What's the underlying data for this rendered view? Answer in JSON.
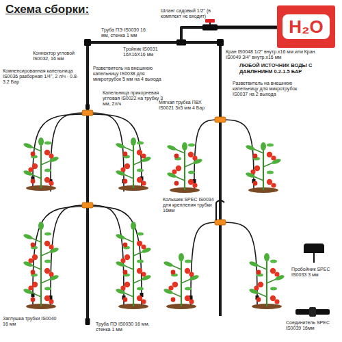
{
  "diagram": {
    "title": "Схема сборки:",
    "nodes": [
      {
        "text": [
          "H₂O"
        ]
      }
    ],
    "labels": [
      "Шланг садовый 1/2\" (в комплект не входит)",
      "Труба ПЭ IS0030 16 мм, стенка 1 мм",
      "Коннектор угловой IS0032, 16 мм",
      "Кран IS0048 1/2\" внутр.х16 мм или Кран IS0049 3/4\" внутр.х16 мм",
      "Компенсированная капельница IS0036 разборная 1/4\", 2 л/ч - 0.8-3.2 Бар",
      "Разветвитель на внешнюю капельницу IS0038 для микротрубок 5 мм на 4 выхода",
      "Тройник IS0031 16Х16Х16 мм",
      "ЛЮБОЙ ИСТОЧНИК ВОДЫ С ДАВЛЕНИЕМ 0.2-1.5 БАР",
      "Капельница прикорневая угловая IS0022 на трубку 3 мм, 2л/ч",
      "Разветвитель на внешнюю капельницу для микротрубок IS0037 на 2 выхода",
      "Мягкая трубка ПВХ IS0021 3х5 мм 4 Бар",
      "Колышек SPEC IS0034 для крепления трубки 16мм",
      "Пробойник SPEC IS0033 3 мм",
      "Заглушка трубки IS0040 16 мм",
      "Труба ПЭ IS0030 16 мм, стенка 1 мм",
      "Соединитель SPEC IS0039 16мм"
    ]
  }
}
